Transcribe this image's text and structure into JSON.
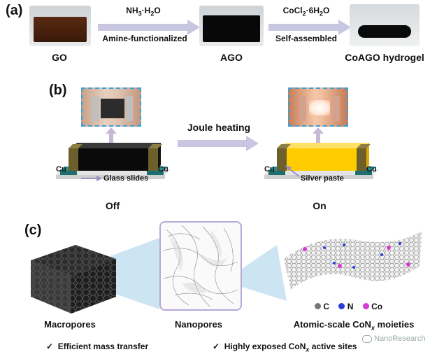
{
  "panel_a": {
    "label": "(a)",
    "samples": [
      "GO",
      "AGO",
      "CoAGO hydrogel"
    ],
    "step1": {
      "top": "NH3·H2O",
      "bottom": "Amine-functionalized"
    },
    "step2": {
      "top": "CoCl2·6H2O",
      "bottom": "Self-assembled"
    }
  },
  "panel_b": {
    "label": "(b)",
    "arrow_label": "Joule heating",
    "left": {
      "state": "Off",
      "cu_left": "Cu",
      "cu_right": "Cu",
      "callout": "Glass slides"
    },
    "right": {
      "state": "On",
      "cu_left": "Cu",
      "cu_right": "Cu",
      "callout": "Silver paste"
    }
  },
  "panel_c": {
    "label": "(c)",
    "titles": [
      "Macropores",
      "Nanopores",
      "Atomic-scale CoNx moieties"
    ],
    "legend": [
      "C",
      "N",
      "Co"
    ],
    "legend_colors": {
      "C": "#777777",
      "N": "#2a3bd6",
      "Co": "#d63bd1"
    },
    "bullets": [
      "Efficient mass transfer",
      "Highly exposed CoNx active sites"
    ]
  },
  "watermark": "NanoResearch"
}
